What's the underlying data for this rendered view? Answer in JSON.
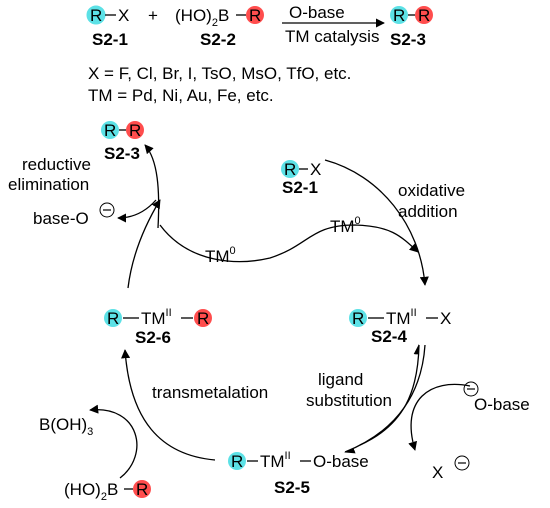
{
  "colors": {
    "r_cyan": "#5ce1e6",
    "r_red": "#ff4d4d",
    "ink": "#000000"
  },
  "r_label": "R",
  "top": {
    "x_label": "X",
    "plus": "+",
    "boronic_prefix": "(HO)",
    "boronic_sub": "2",
    "boronic_b": "B",
    "condition_above": "O-base",
    "condition_below": "TM catalysis",
    "label_s21": "S2-1",
    "label_s22": "S2-2",
    "label_s23": "S2-3",
    "x_def": "X = F, Cl, Br, I, TsO, MsO, TfO, etc.",
    "tm_def": "TM = Pd, Ni, Au, Fe, etc."
  },
  "cycle": {
    "s23_label": "S2-3",
    "reductive_1": "reductive",
    "reductive_2": "elimination",
    "base_o": "base-O",
    "tm0_left": "TM",
    "tm0_right": "TM",
    "tm0_sup": "0",
    "s21_x": "X",
    "s21_label": "S2-1",
    "oxidative_1": "oxidative",
    "oxidative_2": "addition",
    "s24_tm": "TM",
    "s24_sup": "II",
    "s24_x": "X",
    "s24_label": "S2-4",
    "s26_tm": "TM",
    "s26_sup": "II",
    "s26_label": "S2-6",
    "transmetalation": "transmetalation",
    "boh3": "B(OH)",
    "boh3_sub": "3",
    "ligand_1": "ligand",
    "ligand_2": "substitution",
    "obase": "O-base",
    "x_minus": "X",
    "s25_tm": "TM",
    "s25_sup": "II",
    "s25_tail": "O-base",
    "s25_label": "S2-5",
    "bottom_prefix": "(HO)",
    "bottom_sub": "2",
    "bottom_b": "B"
  }
}
